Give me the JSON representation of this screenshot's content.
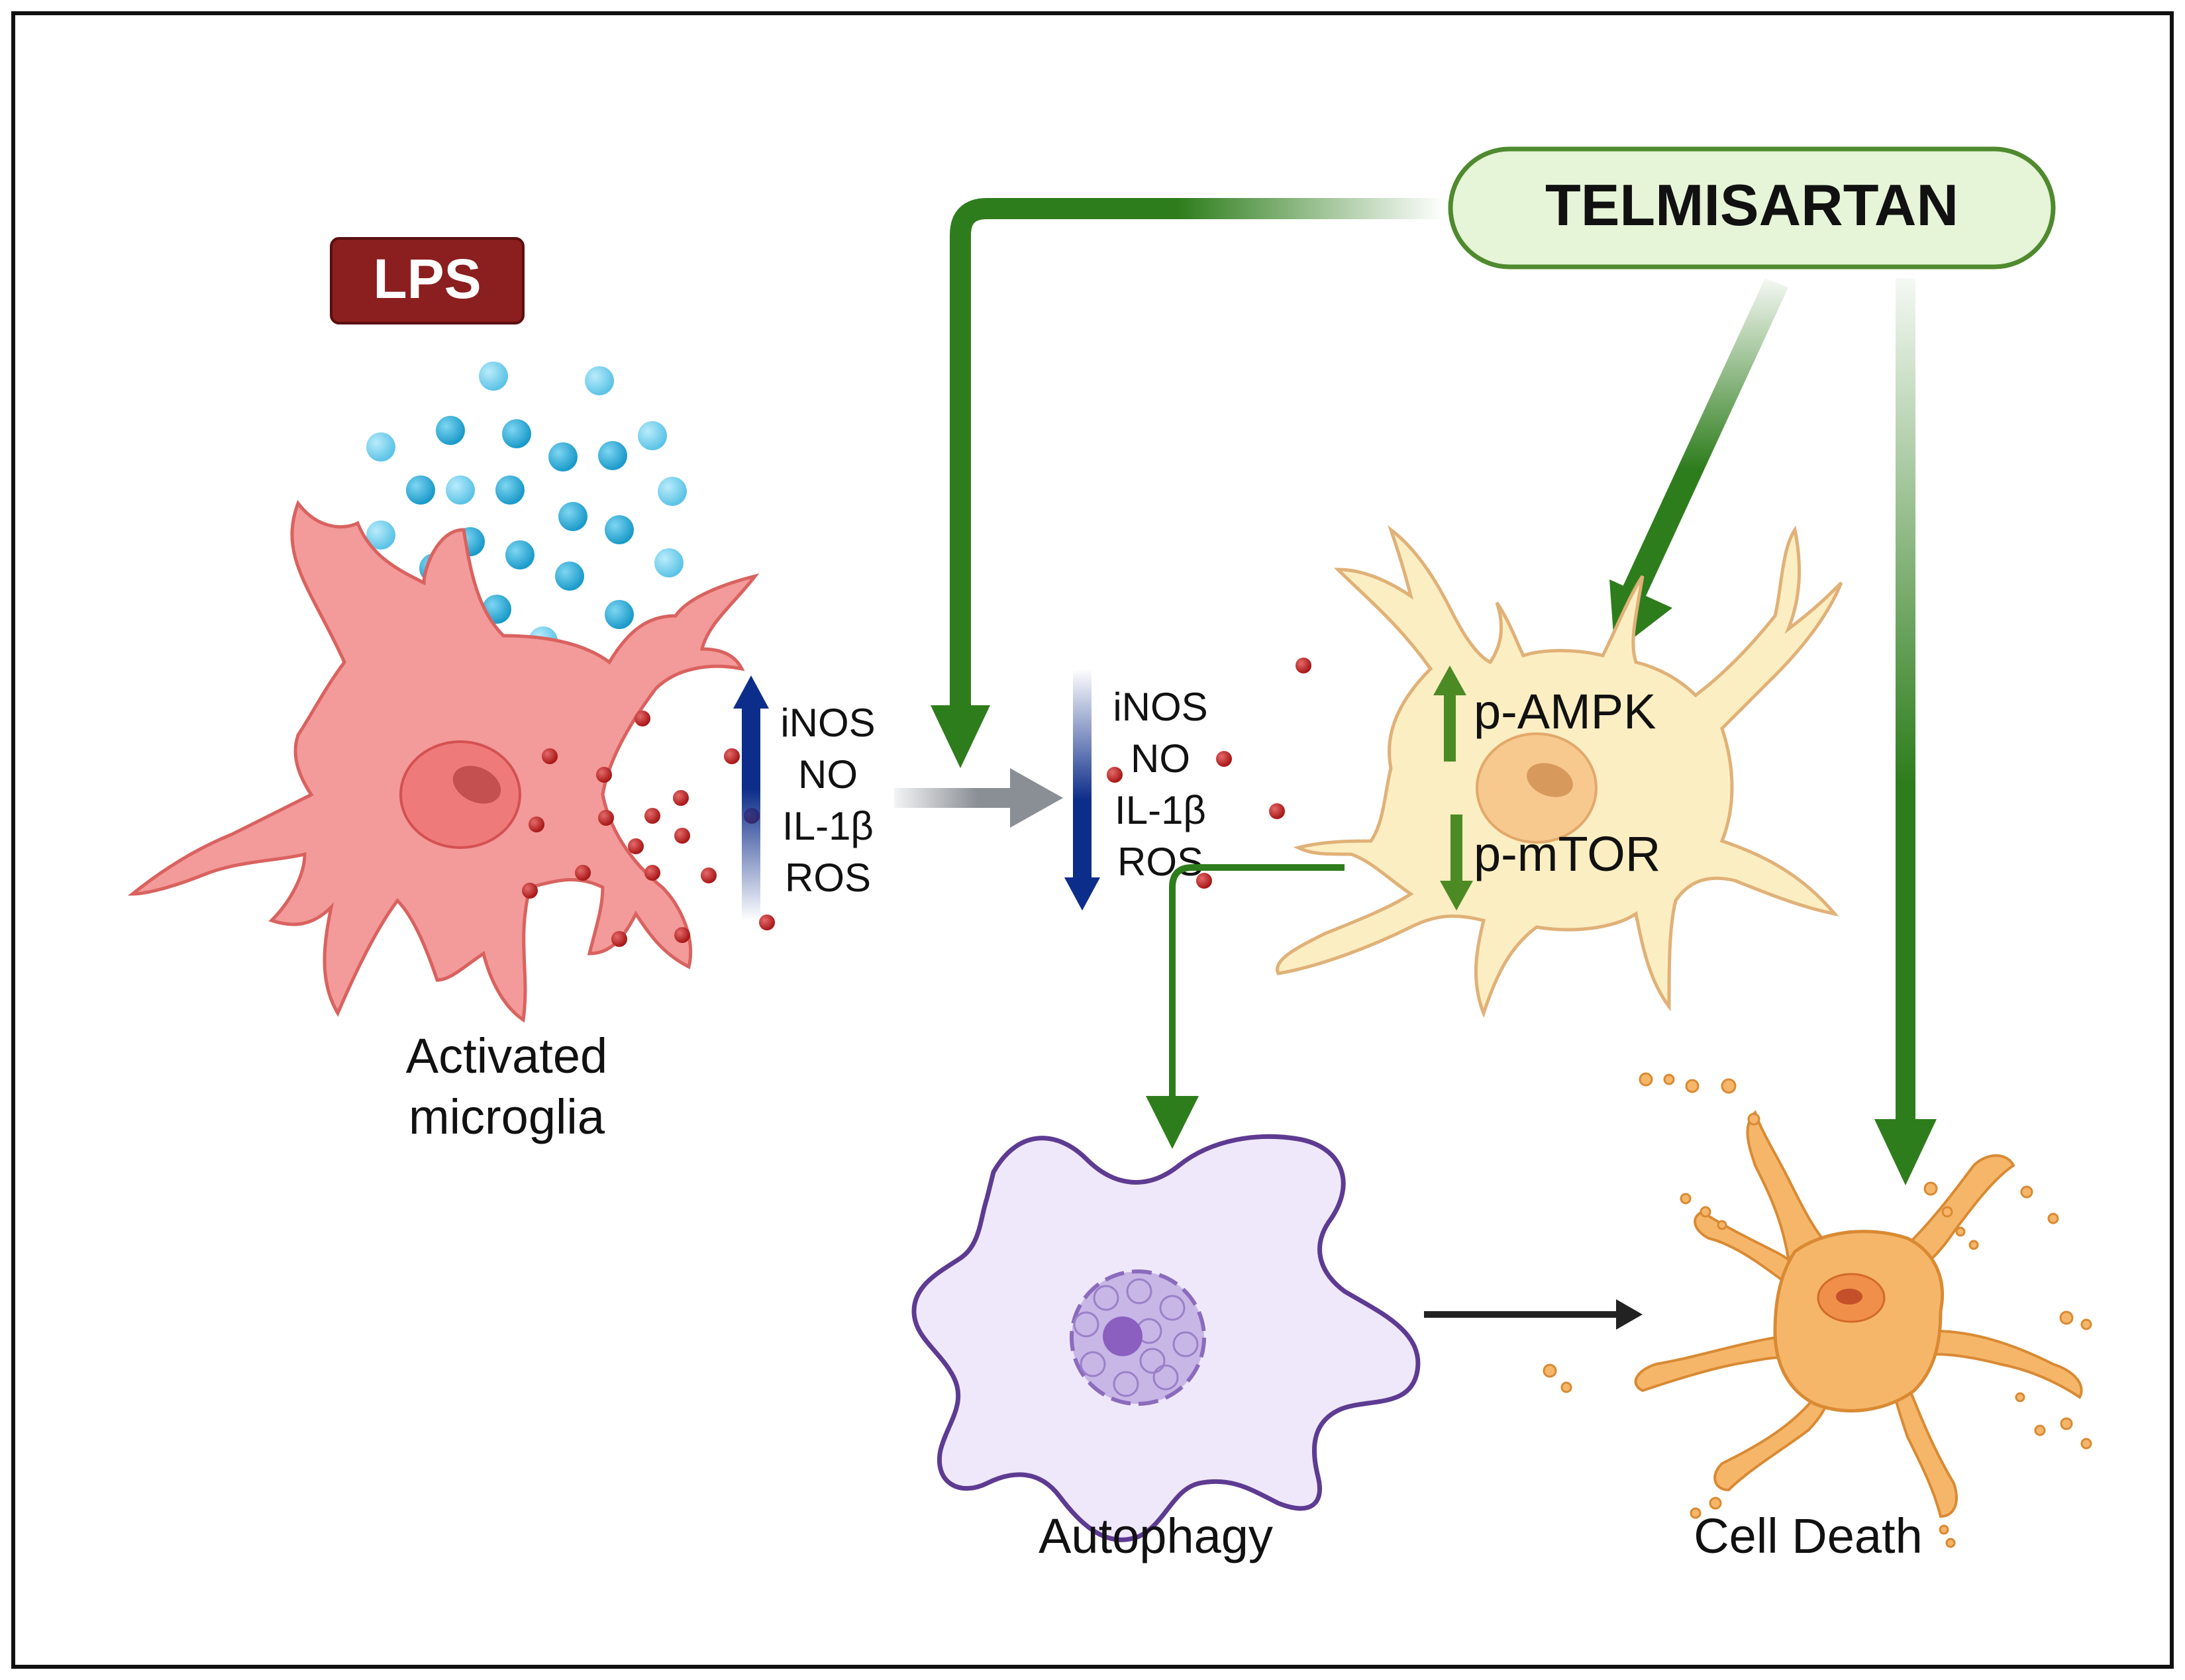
{
  "stimulus": {
    "label": "LPS",
    "color": "#8b1e1e"
  },
  "drug": {
    "label": "TELMISARTAN",
    "fill": "#e6f4d8",
    "stroke": "#4f8a2e"
  },
  "mediators": {
    "up": [
      "iNOS",
      "NO",
      "IL-1β",
      "ROS"
    ],
    "down": [
      "iNOS",
      "NO",
      "IL-1β",
      "ROS"
    ]
  },
  "pathway": {
    "up_label": "p-AMPK",
    "down_label": "p-mTOR"
  },
  "cells": {
    "microglia": {
      "line1": "Activated",
      "line2": "microglia",
      "color": "#f39a9a"
    },
    "neuron": {
      "color": "#fbeec2"
    },
    "autophagy": {
      "label": "Autophagy",
      "color": "#efe8fb"
    },
    "dead": {
      "label": "Cell Death",
      "color": "#f6b66a"
    }
  },
  "arrow_colors": {
    "drug": "#2e7d1c",
    "increase": "#0d2d8a",
    "flow": "#8a8f95"
  }
}
